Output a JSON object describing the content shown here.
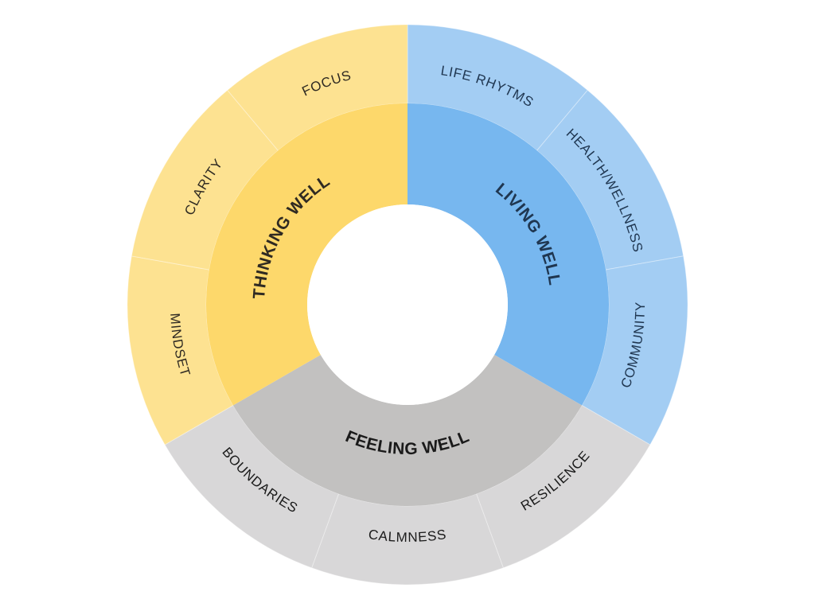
{
  "center": {
    "fill": "#ffffff"
  },
  "sectors": [
    {
      "label": "LIVING WELL",
      "inner_color": "#77b7ef",
      "outer_color": "#a3cdf3",
      "text_color": "#1f3650",
      "start_deg": 0,
      "end_deg": 120,
      "items": [
        {
          "label": "LIFE RHYTMS",
          "start_deg": 0,
          "end_deg": 40
        },
        {
          "label": "HEALTH/WELLNESS",
          "start_deg": 40,
          "end_deg": 80
        },
        {
          "label": "COMMUNITY",
          "start_deg": 80,
          "end_deg": 120
        }
      ]
    },
    {
      "label": "FEELING WELL",
      "inner_color": "#c2c1c0",
      "outer_color": "#d8d7d8",
      "text_color": "#1a1a1a",
      "start_deg": 120,
      "end_deg": 240,
      "items": [
        {
          "label": "RESILIENCE",
          "start_deg": 120,
          "end_deg": 160
        },
        {
          "label": "CALMNESS",
          "start_deg": 160,
          "end_deg": 200
        },
        {
          "label": "BOUNDARIES",
          "start_deg": 200,
          "end_deg": 240
        }
      ]
    },
    {
      "label": "THINKING WELL",
      "inner_color": "#fdd86b",
      "outer_color": "#fde291",
      "text_color": "#2f2a22",
      "start_deg": 240,
      "end_deg": 360,
      "items": [
        {
          "label": "MINDSET",
          "start_deg": 240,
          "end_deg": 280
        },
        {
          "label": "CLARITY",
          "start_deg": 280,
          "end_deg": 320
        },
        {
          "label": "FOCUS",
          "start_deg": 320,
          "end_deg": 360
        }
      ]
    }
  ]
}
